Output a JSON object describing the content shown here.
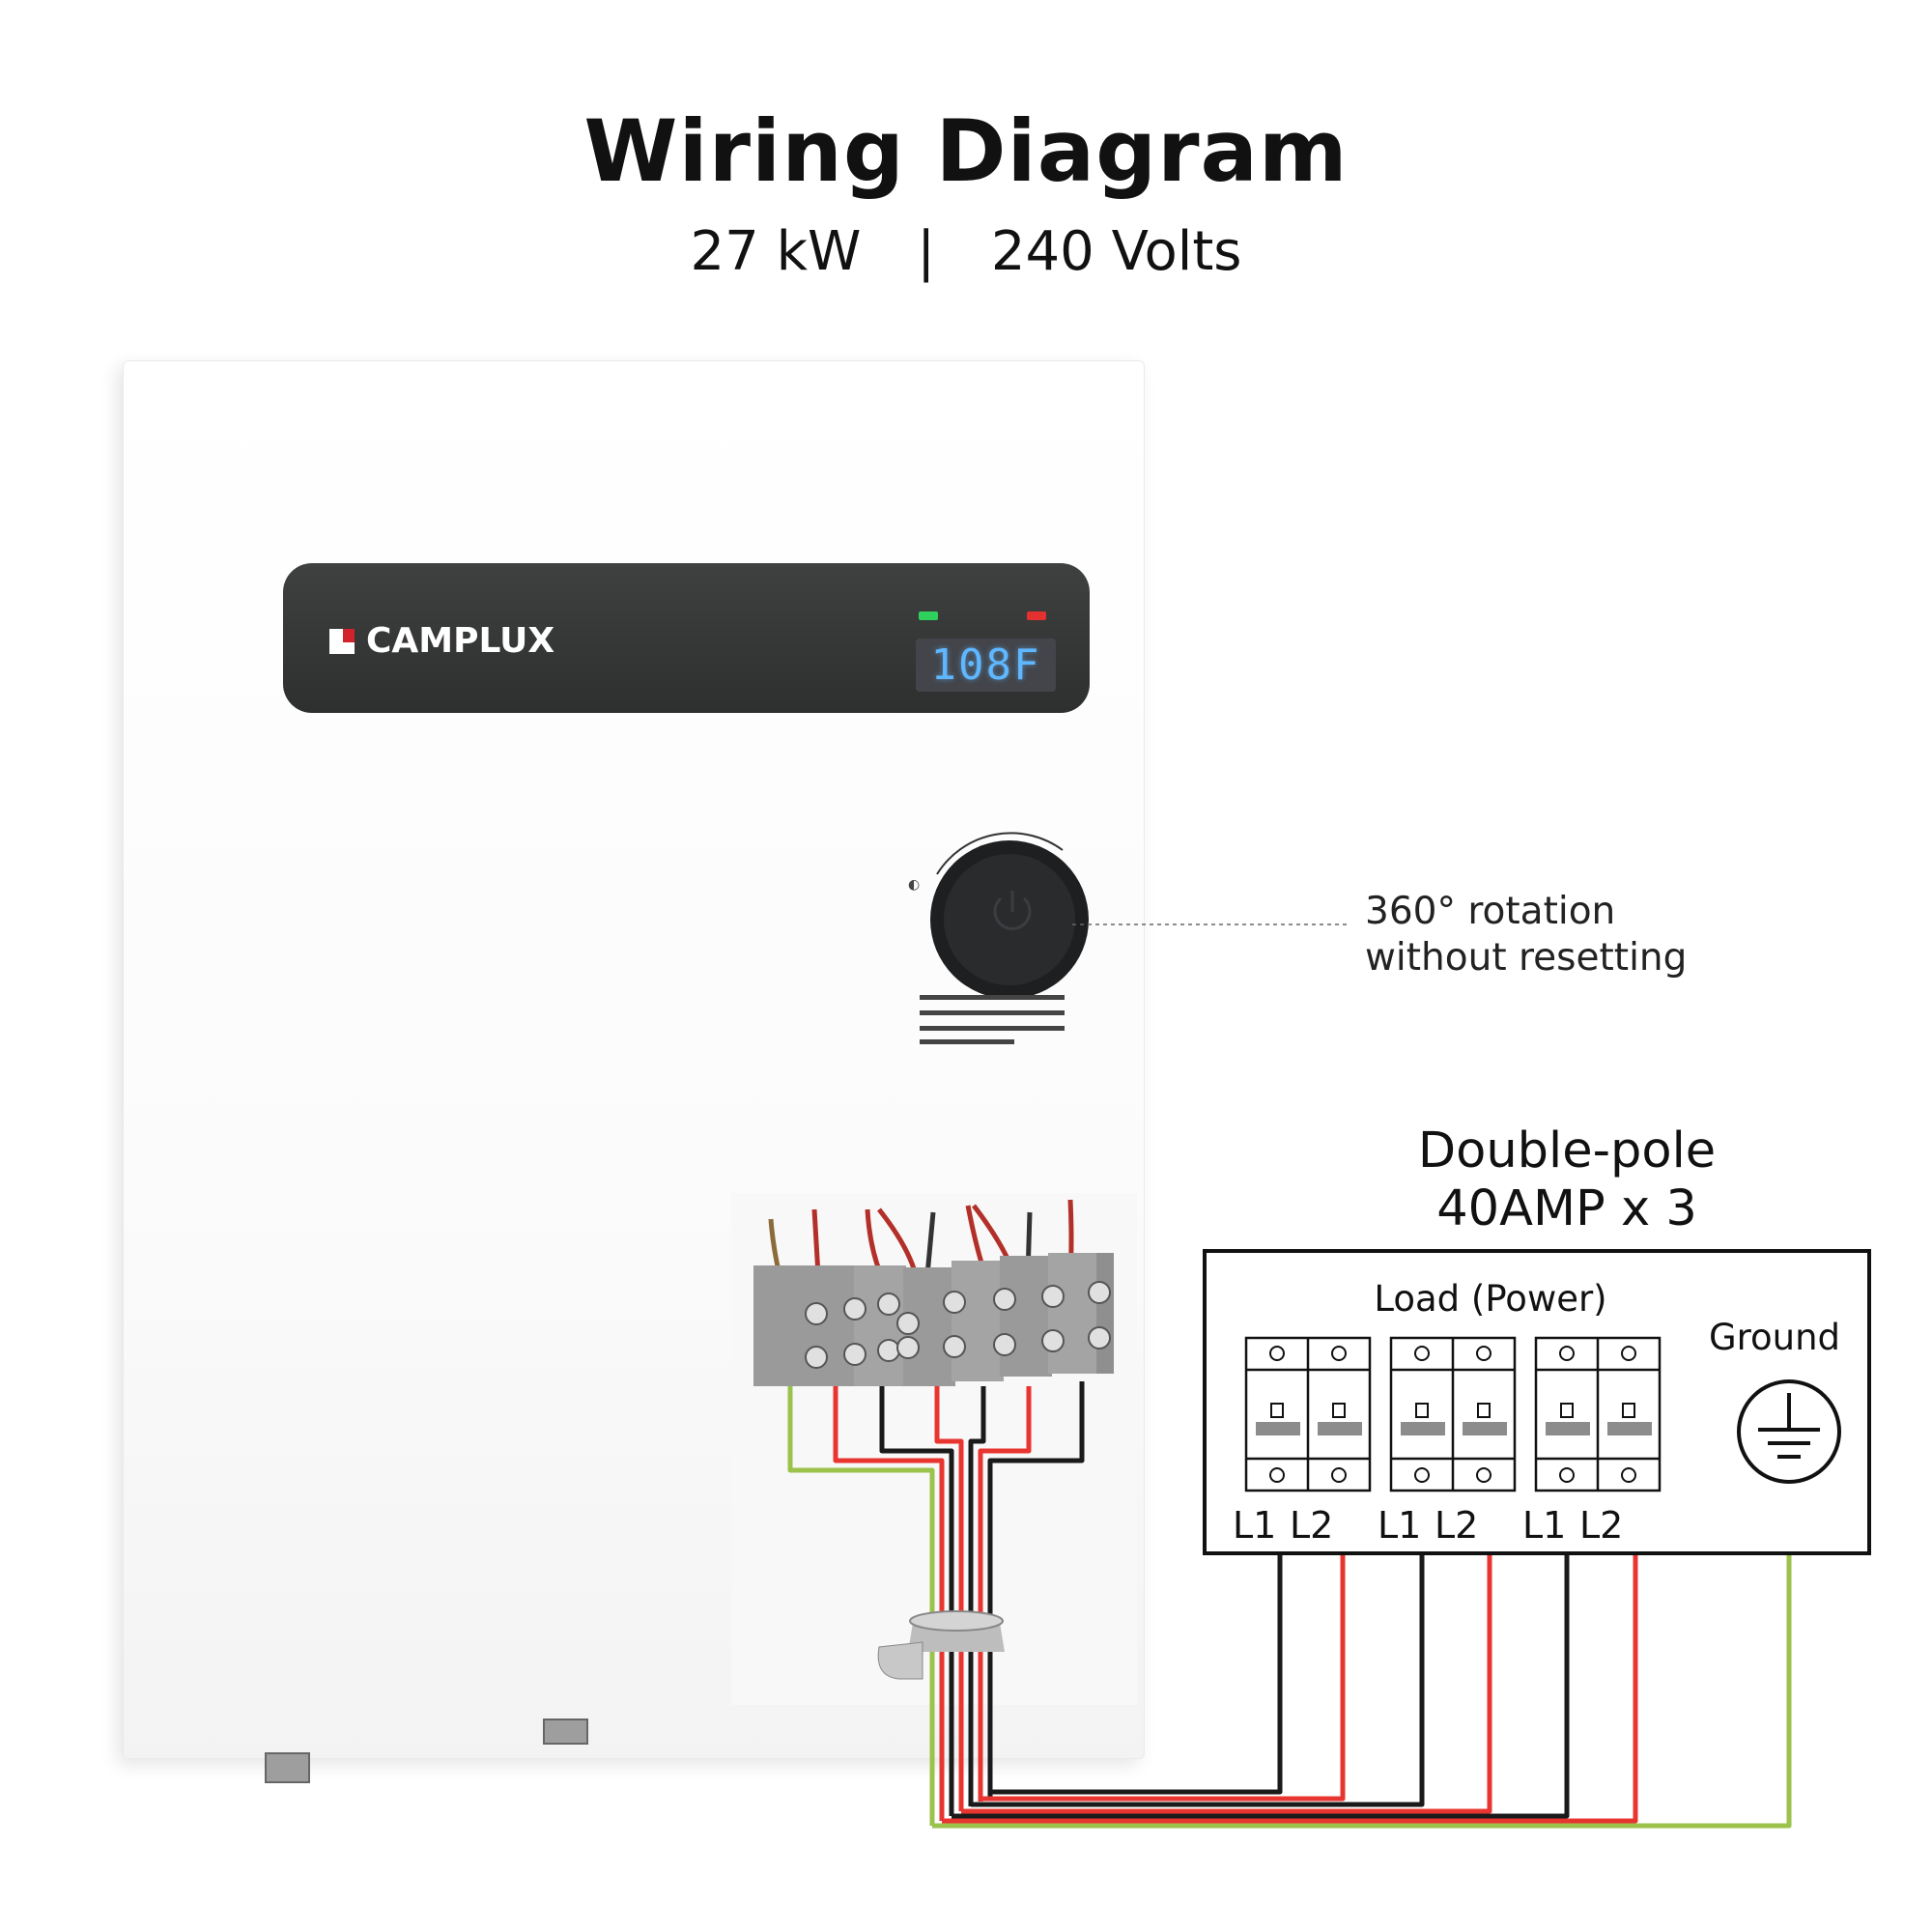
{
  "header": {
    "title": "Wiring Diagram",
    "power": "27 kW",
    "separator": "|",
    "voltage": "240 Volts"
  },
  "unit": {
    "brand": "CAMPLUX",
    "display_reading": "108F"
  },
  "knob_callout": {
    "line1": "360° rotation",
    "line2": "without resetting"
  },
  "breaker": {
    "title_line1": "Double-pole",
    "title_line2": "40AMP x 3",
    "load_label": "Load (Power)",
    "ground_label": "Ground",
    "poles": [
      {
        "l1": "L1",
        "l2": "L2"
      },
      {
        "l1": "L1",
        "l2": "L2"
      },
      {
        "l1": "L1",
        "l2": "L2"
      }
    ]
  },
  "colors": {
    "wire_live_red": "#e8352f",
    "wire_live_black": "#1a1a1a",
    "wire_ground": "#9bc24a",
    "panel": "#333434",
    "lcd_text": "#5fb7ff"
  }
}
